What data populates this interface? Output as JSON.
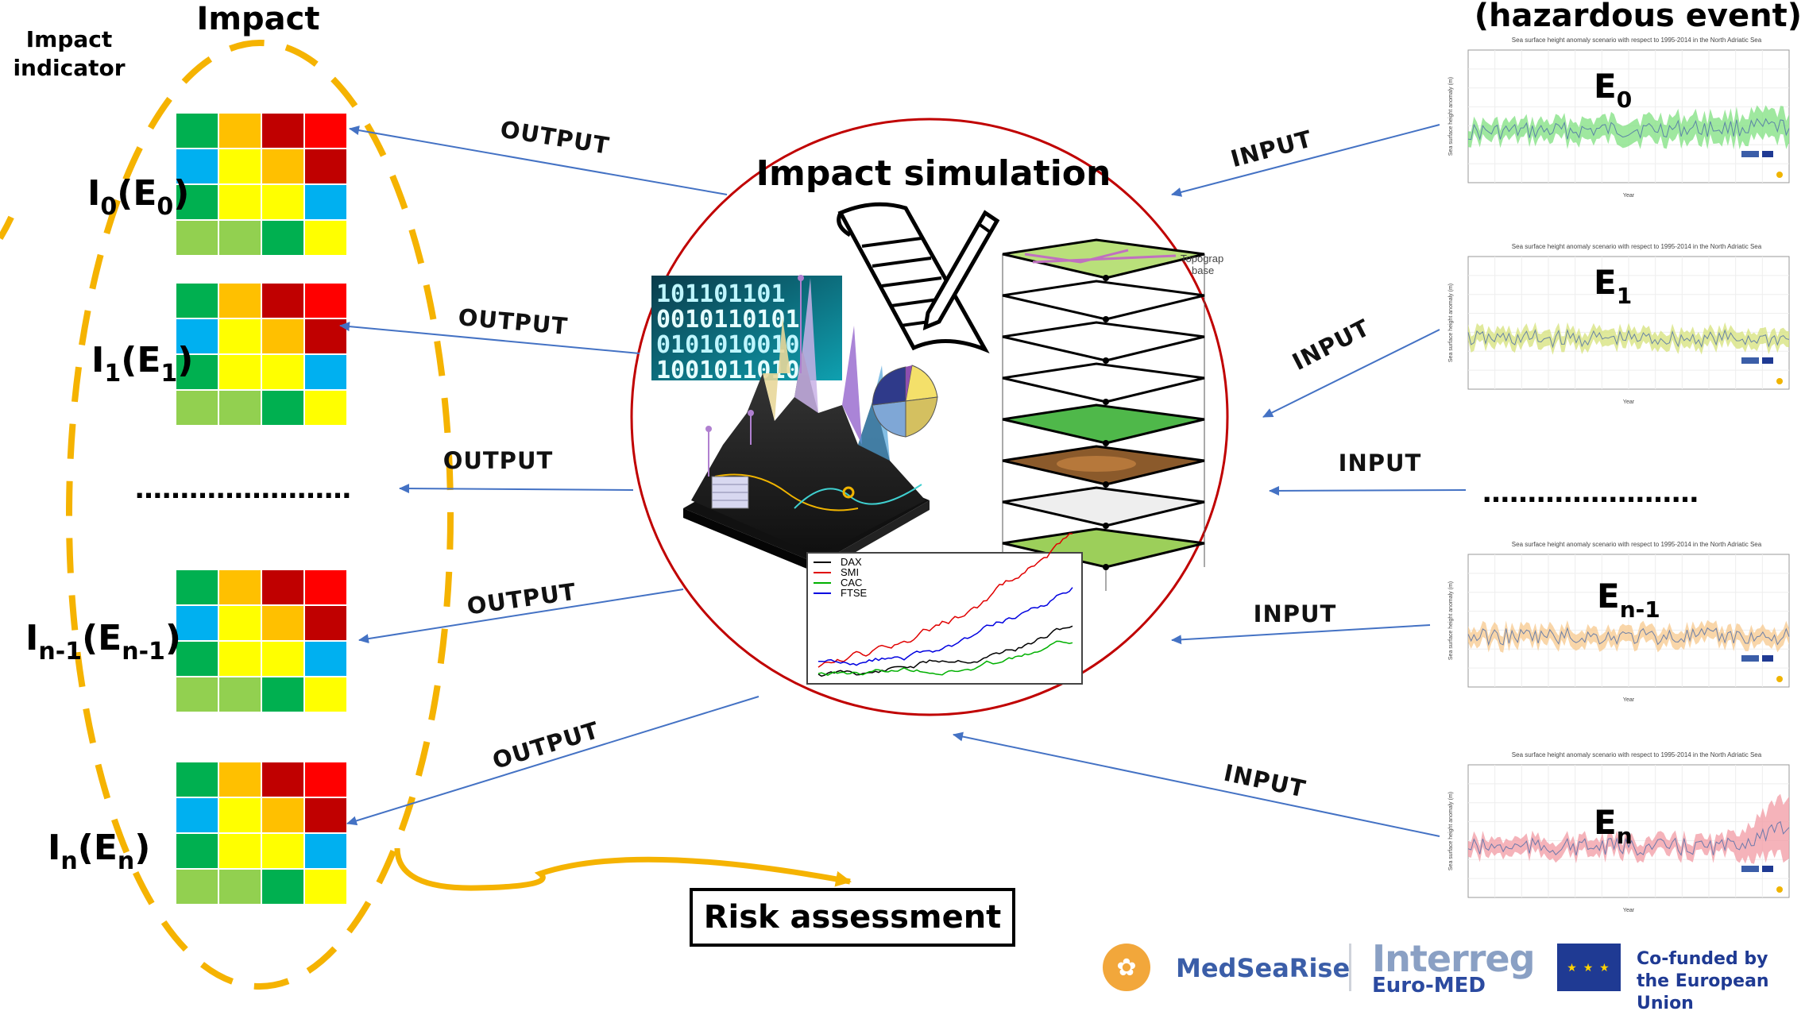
{
  "left": {
    "title": "Impact",
    "indicator_label_line1": "Impact",
    "indicator_label_line2": "indicator",
    "rows": [
      {
        "main": "I",
        "sub": "0",
        "paren_main": "(E",
        "paren_sub": "0",
        "close": ")"
      },
      {
        "main": "I",
        "sub": "1",
        "paren_main": "(E",
        "paren_sub": "1",
        "close": ")"
      },
      {
        "main": "I",
        "sub": "n-1",
        "paren_main": "(E",
        "paren_sub": "n-1",
        "close": ")"
      },
      {
        "main": "I",
        "sub": "n",
        "paren_main": "(E",
        "paren_sub": "n",
        "close": ")"
      }
    ],
    "ellipsis": "……………………"
  },
  "grid_colors": [
    [
      "#00b050",
      "#ffc000",
      "#c00000",
      "#ff0000"
    ],
    [
      "#00b0f0",
      "#ffff00",
      "#ffc000",
      "#c00000"
    ],
    [
      "#00b050",
      "#ffff00",
      "#ffff00",
      "#00b0f0"
    ],
    [
      "#92d050",
      "#92d050",
      "#00b050",
      "#ffff00"
    ]
  ],
  "center": {
    "title": "Impact simulation",
    "legend": [
      "DAX",
      "SMI",
      "CAC",
      "FTSE"
    ],
    "legend_colors": [
      "#000000",
      "#e00000",
      "#00b000",
      "#0000e0"
    ],
    "map_label_1": "Topograp",
    "map_label_2": "base",
    "binary_text": [
      "101101101",
      "0010110101",
      "0101010010",
      "1001011010"
    ]
  },
  "outputs": [
    "OUTPUT",
    "OUTPUT",
    "OUTPUT",
    "OUTPUT",
    "OUTPUT"
  ],
  "inputs": [
    "INPUT",
    "INPUT",
    "INPUT",
    "INPUT",
    "INPUT"
  ],
  "right": {
    "title": "(hazardous event)",
    "ellipsis": "……………………",
    "events": [
      {
        "main": "E",
        "sub": "0",
        "color": "#7fe07f",
        "chart_title": "Sea surface height anomaly scenario with respect to 1995-2014 in the North Adriatic Sea"
      },
      {
        "main": "E",
        "sub": "1",
        "color": "#d6e27a",
        "chart_title": "Sea surface height anomaly scenario with respect to 1995-2014 in the North Adriatic Sea"
      },
      {
        "main": "E",
        "sub": "n-1",
        "color": "#f7c88c",
        "chart_title": "Sea surface height anomaly scenario with respect to 1995-2014 in the North Adriatic Sea"
      },
      {
        "main": "E",
        "sub": "n",
        "color": "#f29aa3",
        "chart_title": "Sea surface height anomaly scenario with respect to 1995-2014 in the North Adriatic Sea"
      }
    ],
    "axis_ylabel": "Sea surface height anomaly (m)",
    "axis_xlabel": "Year"
  },
  "risk_assessment": "Risk assessment",
  "footer": {
    "medsearise": "MedSeaRise",
    "interreg": "Interreg",
    "euromed": "Euro-MED",
    "cofunded_line1": "Co-funded by",
    "cofunded_line2": "the European Union",
    "flag_stars": "★ ★ ★"
  },
  "colors": {
    "ellipse": "#f5b301",
    "circle": "#c00000",
    "arrow": "#4472c4",
    "risk_arrow": "#f5b301"
  }
}
